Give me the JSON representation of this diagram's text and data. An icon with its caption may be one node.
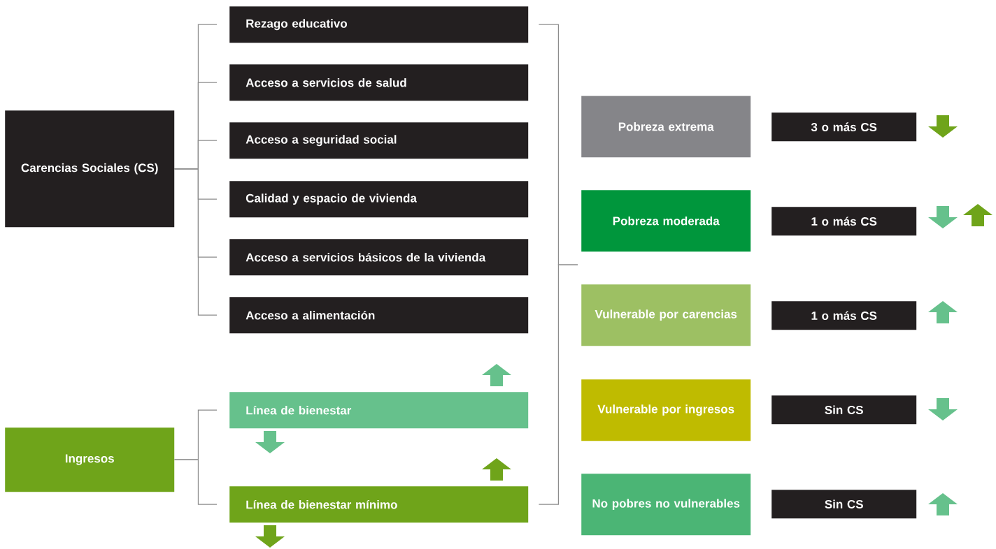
{
  "diagram": {
    "nodes": [
      {
        "text": [
          "Carencias Sociales (CS)"
        ]
      },
      {
        "text": [
          "Rezago educativo"
        ]
      },
      {
        "text": [
          "Acceso a servicios de salud"
        ]
      },
      {
        "text": [
          "Acceso a seguridad social"
        ]
      },
      {
        "text": [
          "Calidad y espacio de vivienda"
        ]
      },
      {
        "text": [
          "Acceso a servicios básicos de la vivienda"
        ]
      },
      {
        "text": [
          "Acceso a alimentación"
        ]
      },
      {
        "text": [
          "Ingresos"
        ]
      },
      {
        "text": [
          "Línea de bienestar"
        ]
      },
      {
        "text": [
          "Línea de bienestar mínimo"
        ]
      },
      {
        "text": [
          "Pobreza extrema"
        ]
      },
      {
        "text": [
          "Pobreza moderada"
        ]
      },
      {
        "text": [
          "Vulnerable por carencias"
        ]
      },
      {
        "text": [
          "Vulnerable por ingresos"
        ]
      },
      {
        "text": [
          "No pobres no vulnerables"
        ]
      },
      {
        "text": [
          "3 o más CS"
        ]
      },
      {
        "text": [
          "1 o más CS"
        ]
      },
      {
        "text": [
          "1 o más CS"
        ]
      },
      {
        "text": [
          "Sin CS"
        ]
      },
      {
        "text": [
          "Sin CS"
        ]
      }
    ],
    "edges": [
      {
        "from": 0,
        "to": 1,
        "arrow": "none"
      },
      {
        "from": 0,
        "to": 2,
        "arrow": "none"
      },
      {
        "from": 0,
        "to": 3,
        "arrow": "none"
      },
      {
        "from": 0,
        "to": 4,
        "arrow": "none"
      },
      {
        "from": 0,
        "to": 5,
        "arrow": "none"
      },
      {
        "from": 0,
        "to": 6,
        "arrow": "none"
      },
      {
        "from": 7,
        "to": 8,
        "arrow": "none"
      },
      {
        "from": 7,
        "to": 9,
        "arrow": "none"
      },
      {
        "from": 1,
        "to": null,
        "arrow": "none"
      },
      {
        "from": 9,
        "to": null,
        "arrow": "none"
      }
    ]
  }
}
